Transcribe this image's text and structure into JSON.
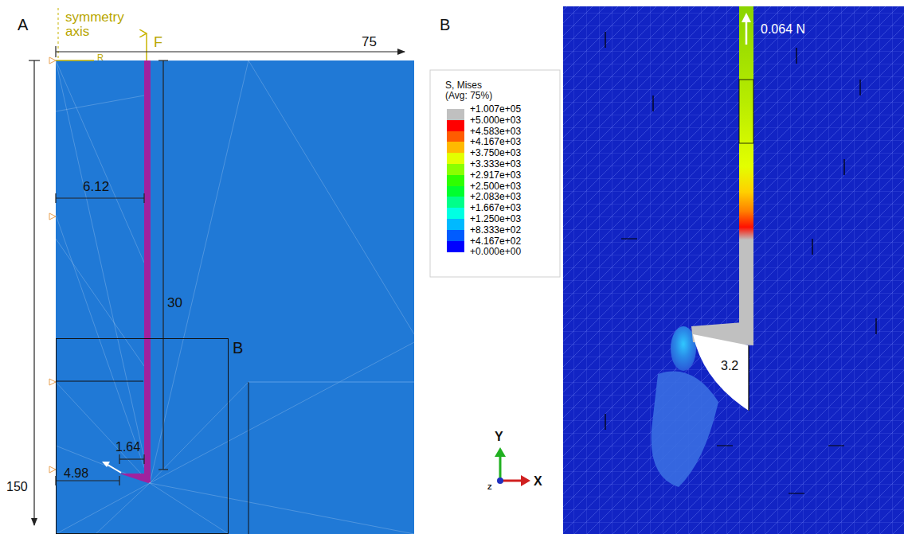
{
  "diagram": {
    "nodes": [
      {
        "text": [
          "B"
        ]
      }
    ],
    "labels": [
      "A",
      "symmetry axis",
      "R",
      "F",
      "75",
      "6.12",
      "30",
      "1.64",
      "4.98",
      "150",
      "B",
      "S, Mises",
      "(Avg: 75%)",
      "+0.000e+00",
      "0.064 N",
      "3.2",
      "Y",
      "X",
      "Z"
    ],
    "legend": [
      {
        "text": "+1.007e+05",
        "color": "#c0c0c0"
      },
      {
        "text": "+5.000e+03",
        "color": "#ff0000"
      },
      {
        "text": "+4.583e+03",
        "color": "#ff5c00"
      },
      {
        "text": "+4.167e+03",
        "color": "#ffb900"
      },
      {
        "text": "+3.750e+03",
        "color": "#e3ff00"
      },
      {
        "text": "+3.333e+03",
        "color": "#8aff00"
      },
      {
        "text": "+2.917e+03",
        "color": "#2eff00"
      },
      {
        "text": "+2.500e+03",
        "color": "#00ff2e"
      },
      {
        "text": "+2.083e+03",
        "color": "#00ff8a"
      },
      {
        "text": "+1.667e+03",
        "color": "#00ffe3"
      },
      {
        "text": "+1.250e+03",
        "color": "#00b9ff"
      },
      {
        "text": "+8.333e+02",
        "color": "#005cff"
      },
      {
        "text": "+4.167e+02",
        "color": "#0000ff"
      }
    ]
  }
}
